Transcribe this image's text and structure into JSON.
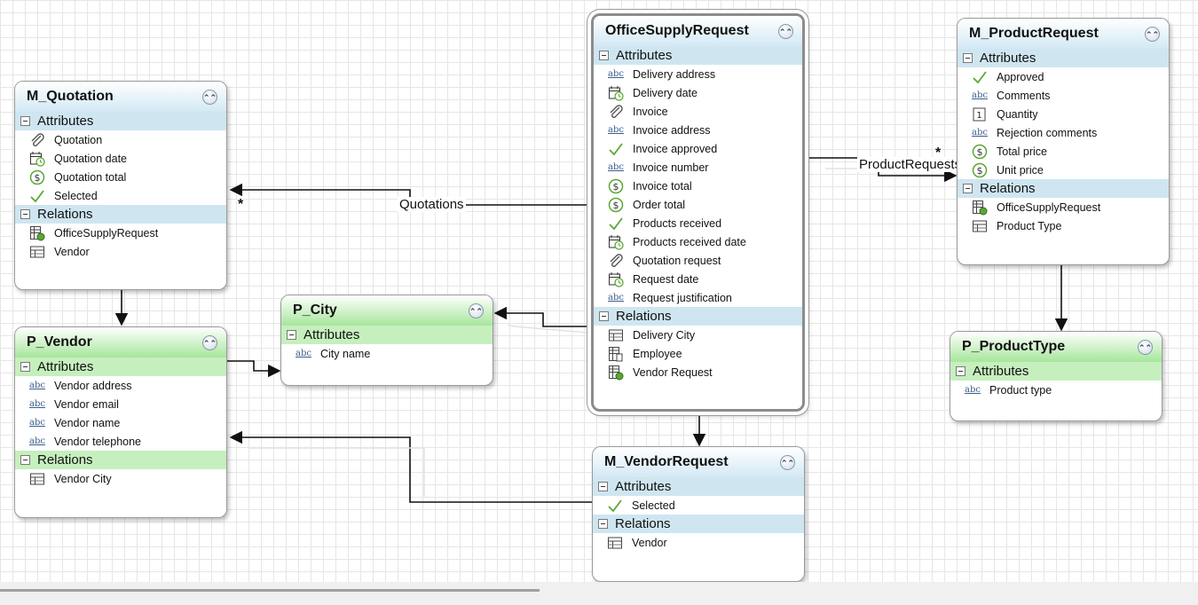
{
  "entities": {
    "officesupply": {
      "title": "OfficeSupplyRequest",
      "sections": [
        {
          "title": "Attributes",
          "rows": [
            {
              "icon": "text",
              "label": "Delivery address"
            },
            {
              "icon": "date",
              "label": "Delivery date"
            },
            {
              "icon": "attachment",
              "label": "Invoice"
            },
            {
              "icon": "text",
              "label": "Invoice address"
            },
            {
              "icon": "check",
              "label": "Invoice approved"
            },
            {
              "icon": "text",
              "label": "Invoice number"
            },
            {
              "icon": "currency",
              "label": "Invoice total"
            },
            {
              "icon": "currency",
              "label": "Order total"
            },
            {
              "icon": "check",
              "label": "Products received"
            },
            {
              "icon": "date",
              "label": "Products received date"
            },
            {
              "icon": "attachment",
              "label": "Quotation request"
            },
            {
              "icon": "date",
              "label": "Request date"
            },
            {
              "icon": "text",
              "label": "Request justification"
            }
          ]
        },
        {
          "title": "Relations",
          "rows": [
            {
              "icon": "table",
              "label": "Delivery City"
            },
            {
              "icon": "user-table",
              "label": "Employee"
            },
            {
              "icon": "linked-table",
              "label": "Vendor Request"
            }
          ]
        }
      ]
    },
    "mquotation": {
      "title": "M_Quotation",
      "sections": [
        {
          "title": "Attributes",
          "rows": [
            {
              "icon": "attachment",
              "label": "Quotation"
            },
            {
              "icon": "date",
              "label": "Quotation date"
            },
            {
              "icon": "currency",
              "label": "Quotation total"
            },
            {
              "icon": "check",
              "label": "Selected"
            }
          ]
        },
        {
          "title": "Relations",
          "rows": [
            {
              "icon": "linked-table",
              "label": "OfficeSupplyRequest"
            },
            {
              "icon": "table",
              "label": "Vendor"
            }
          ]
        }
      ]
    },
    "pvendor": {
      "title": "P_Vendor",
      "sections": [
        {
          "title": "Attributes",
          "rows": [
            {
              "icon": "text",
              "label": "Vendor address"
            },
            {
              "icon": "text",
              "label": "Vendor email"
            },
            {
              "icon": "text",
              "label": "Vendor name"
            },
            {
              "icon": "text",
              "label": "Vendor telephone"
            }
          ]
        },
        {
          "title": "Relations",
          "rows": [
            {
              "icon": "table",
              "label": "Vendor City"
            }
          ]
        }
      ]
    },
    "pcity": {
      "title": "P_City",
      "sections": [
        {
          "title": "Attributes",
          "rows": [
            {
              "icon": "text",
              "label": "City name"
            }
          ]
        }
      ]
    },
    "mproduct": {
      "title": "M_ProductRequest",
      "sections": [
        {
          "title": "Attributes",
          "rows": [
            {
              "icon": "check",
              "label": "Approved"
            },
            {
              "icon": "text",
              "label": "Comments"
            },
            {
              "icon": "number",
              "label": "Quantity"
            },
            {
              "icon": "text",
              "label": "Rejection comments"
            },
            {
              "icon": "currency",
              "label": "Total price"
            },
            {
              "icon": "currency",
              "label": "Unit price"
            }
          ]
        },
        {
          "title": "Relations",
          "rows": [
            {
              "icon": "linked-table",
              "label": "OfficeSupplyRequest"
            },
            {
              "icon": "table",
              "label": "Product Type"
            }
          ]
        }
      ]
    },
    "pproducttype": {
      "title": "P_ProductType",
      "sections": [
        {
          "title": "Attributes",
          "rows": [
            {
              "icon": "text",
              "label": "Product type"
            }
          ]
        }
      ]
    },
    "mvendorreq": {
      "title": "M_VendorRequest",
      "sections": [
        {
          "title": "Attributes",
          "rows": [
            {
              "icon": "check",
              "label": "Selected"
            }
          ]
        },
        {
          "title": "Relations",
          "rows": [
            {
              "icon": "table",
              "label": "Vendor"
            }
          ]
        }
      ]
    }
  },
  "connectors": {
    "quotations_label": "Quotations",
    "quotations_multiplicity": "*",
    "productrequests_label": "ProductRequests",
    "productrequests_multiplicity": "*"
  },
  "colors": {
    "master_header": "#d3e9f5",
    "master_section": "#cfe6f1",
    "param_header": "#a6e69b",
    "param_section": "#c6efbe",
    "icon_check": "#5aa832",
    "icon_blue": "#3b5e8a"
  }
}
